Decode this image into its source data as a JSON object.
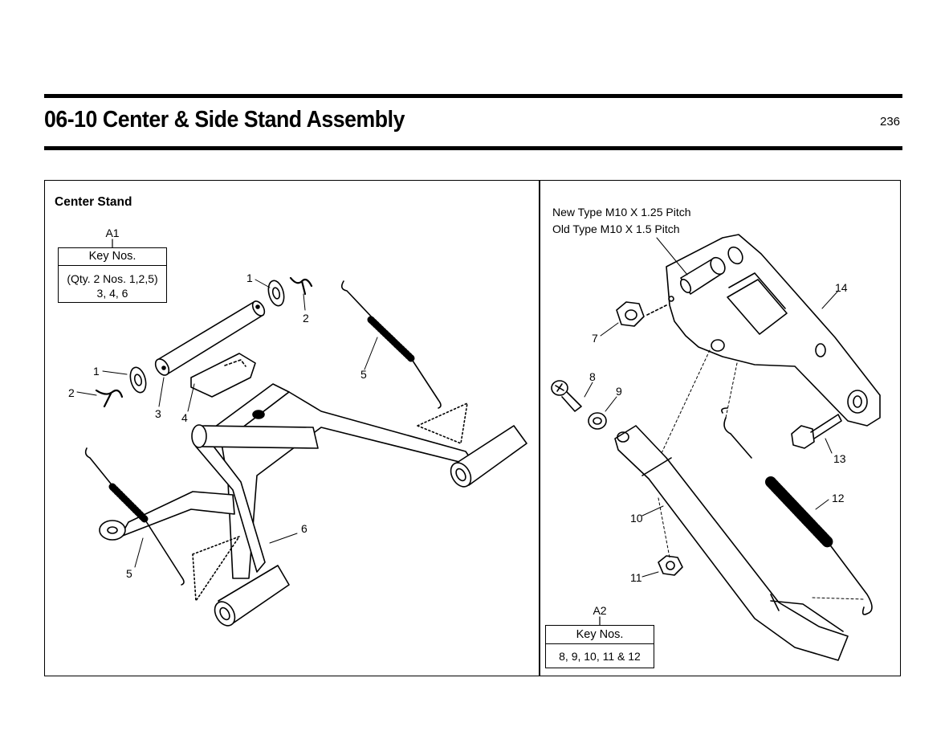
{
  "header": {
    "title": "06-10 Center & Side Stand Assembly",
    "page_number": "236"
  },
  "center_stand": {
    "section_title": "Center Stand",
    "assy_label": "A1",
    "key_header": "Key Nos.",
    "key_line1": "(Qty. 2 Nos. 1,2,5)",
    "key_line2": "3, 4, 6",
    "callouts": [
      "1",
      "2",
      "1",
      "2",
      "3",
      "4",
      "5",
      "6",
      "5"
    ]
  },
  "side_stand": {
    "note_line1": "New Type M10 X 1.25 Pitch",
    "note_line2": "Old Type M10 X 1.5 Pitch",
    "assy_label": "A2",
    "key_header": "Key Nos.",
    "key_line1": "8, 9, 10, 11 & 12",
    "callouts": [
      "7",
      "8",
      "9",
      "10",
      "11",
      "12",
      "13",
      "14"
    ]
  }
}
